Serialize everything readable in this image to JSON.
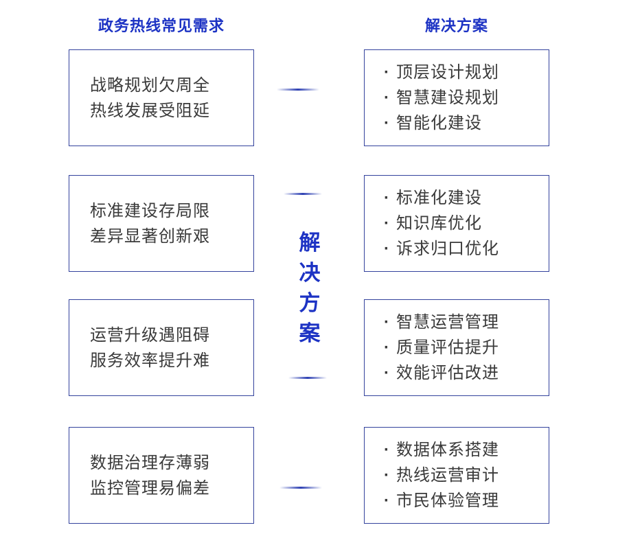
{
  "headers": {
    "left": "政务热线常见需求",
    "right": "解决方案"
  },
  "center": {
    "text": "解决方案",
    "chars": [
      "解",
      "决",
      "方",
      "案"
    ]
  },
  "glyphs": {
    "bullet": "·"
  },
  "rows": [
    {
      "need": [
        "战略规划欠周全",
        "热线发展受阻延"
      ],
      "solutions": [
        "顶层设计规划",
        "智慧建设规划",
        "智能化建设"
      ]
    },
    {
      "need": [
        "标准建设存局限",
        "差异显著创新艰"
      ],
      "solutions": [
        "标准化建设",
        "知识库优化",
        "诉求归口优化"
      ]
    },
    {
      "need": [
        "运营升级遇阻碍",
        "服务效率提升难"
      ],
      "solutions": [
        "智慧运营管理",
        "质量评估提升",
        "效能评估改进"
      ]
    },
    {
      "need": [
        "数据治理存薄弱",
        "监控管理易偏差"
      ],
      "solutions": [
        "数据体系搭建",
        "热线运营审计",
        "市民体验管理"
      ]
    }
  ],
  "colors": {
    "accent": "#1d33c4",
    "border": "#32419c",
    "text": "#3a3a3a"
  }
}
